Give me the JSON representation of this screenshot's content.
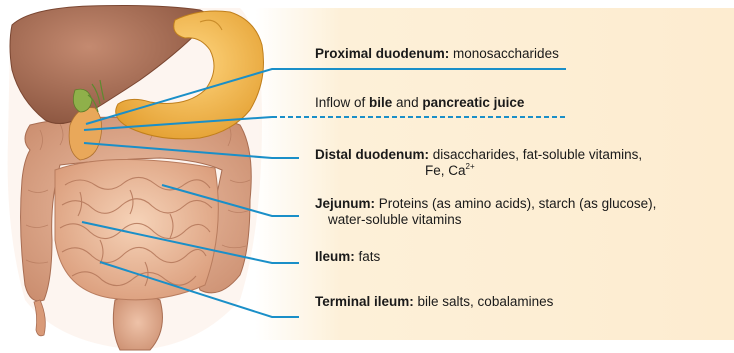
{
  "labels": {
    "proximal": {
      "term": "Proximal duodenum:",
      "text": " monosaccharides"
    },
    "inflow": {
      "prefix": "Inflow of ",
      "bile": "bile",
      "and": " and ",
      "juice": "pancreatic juice"
    },
    "distal": {
      "term": "Distal duodenum:",
      "text": " disaccharides, fat-soluble vitamins,",
      "line2": "Fe, Ca",
      "sup": "2+"
    },
    "jejunum": {
      "term": "Jejunum:",
      "text": " Proteins (as amino acids), starch (as glucose),",
      "line2": "water-soluble vitamins"
    },
    "ileum": {
      "term": "Ileum:",
      "text": " fats"
    },
    "terminal": {
      "term": "Terminal ileum:",
      "text": " bile salts, cobalamines"
    }
  },
  "colors": {
    "leader_line": "#1a8fc8",
    "panel_background": "#fdecd0",
    "liver": "#a06a52",
    "stomach": "#f2b54a",
    "intestine": "#efc2a4",
    "colon": "#e0ad90"
  }
}
